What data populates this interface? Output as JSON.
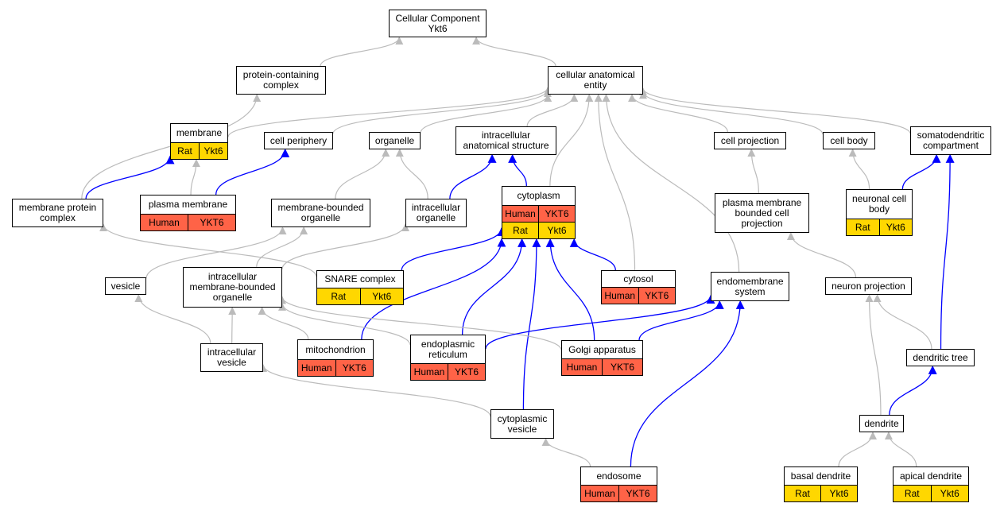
{
  "colors": {
    "human": "#ff6347",
    "rat": "#ffd700",
    "curated_edge": "#0000ff",
    "inferred_edge": "#bbbbbb"
  },
  "nodes": [
    {
      "id": "root",
      "label": "Cellular Component\nYkt6",
      "tags": []
    },
    {
      "id": "protein-containing-complex",
      "label": "protein-containing\ncomplex",
      "tags": []
    },
    {
      "id": "cellular-anatomical-entity",
      "label": "cellular anatomical\nentity",
      "tags": []
    },
    {
      "id": "membrane",
      "label": "membrane",
      "tags": [
        {
          "text": "Rat",
          "kind": "rat"
        },
        {
          "text": "Ykt6",
          "kind": "rat"
        }
      ]
    },
    {
      "id": "cell-periphery",
      "label": "cell periphery",
      "tags": []
    },
    {
      "id": "organelle",
      "label": "organelle",
      "tags": []
    },
    {
      "id": "intracellular-anatomical-structure",
      "label": "intracellular\nanatomical structure",
      "tags": []
    },
    {
      "id": "cell-projection",
      "label": "cell projection",
      "tags": []
    },
    {
      "id": "cell-body",
      "label": "cell body",
      "tags": []
    },
    {
      "id": "somatodendritic-compartment",
      "label": "somatodendritic\ncompartment",
      "tags": []
    },
    {
      "id": "membrane-protein-complex",
      "label": "membrane protein\ncomplex",
      "tags": []
    },
    {
      "id": "plasma-membrane",
      "label": "plasma membrane",
      "tags": [
        {
          "text": "Human",
          "kind": "human"
        },
        {
          "text": "YKT6",
          "kind": "human"
        }
      ]
    },
    {
      "id": "membrane-bounded-organelle",
      "label": "membrane-bounded\norganelle",
      "tags": []
    },
    {
      "id": "intracellular-organelle",
      "label": "intracellular\norganelle",
      "tags": []
    },
    {
      "id": "cytoplasm",
      "label": "cytoplasm",
      "tags": [
        {
          "text": "Human",
          "kind": "human"
        },
        {
          "text": "YKT6",
          "kind": "human"
        }
      ],
      "tags2": [
        {
          "text": "Rat",
          "kind": "rat"
        },
        {
          "text": "Ykt6",
          "kind": "rat"
        }
      ]
    },
    {
      "id": "plasma-membrane-bounded-cell-projection",
      "label": "plasma membrane\nbounded cell\nprojection",
      "tags": []
    },
    {
      "id": "neuronal-cell-body",
      "label": "neuronal cell\nbody",
      "tags": [
        {
          "text": "Rat",
          "kind": "rat"
        },
        {
          "text": "Ykt6",
          "kind": "rat"
        }
      ]
    },
    {
      "id": "vesicle",
      "label": "vesicle",
      "tags": []
    },
    {
      "id": "intracellular-membrane-bounded-organelle",
      "label": "intracellular\nmembrane-bounded\norganelle",
      "tags": []
    },
    {
      "id": "snare-complex",
      "label": "SNARE complex",
      "tags": [
        {
          "text": "Rat",
          "kind": "rat"
        },
        {
          "text": "Ykt6",
          "kind": "rat"
        }
      ]
    },
    {
      "id": "cytosol",
      "label": "cytosol",
      "tags": [
        {
          "text": "Human",
          "kind": "human"
        },
        {
          "text": "YKT6",
          "kind": "human"
        }
      ]
    },
    {
      "id": "endomembrane-system",
      "label": "endomembrane\nsystem",
      "tags": []
    },
    {
      "id": "neuron-projection",
      "label": "neuron projection",
      "tags": []
    },
    {
      "id": "intracellular-vesicle",
      "label": "intracellular\nvesicle",
      "tags": []
    },
    {
      "id": "mitochondrion",
      "label": "mitochondrion",
      "tags": [
        {
          "text": "Human",
          "kind": "human"
        },
        {
          "text": "YKT6",
          "kind": "human"
        }
      ]
    },
    {
      "id": "endoplasmic-reticulum",
      "label": "endoplasmic\nreticulum",
      "tags": [
        {
          "text": "Human",
          "kind": "human"
        },
        {
          "text": "YKT6",
          "kind": "human"
        }
      ]
    },
    {
      "id": "golgi-apparatus",
      "label": "Golgi apparatus",
      "tags": [
        {
          "text": "Human",
          "kind": "human"
        },
        {
          "text": "YKT6",
          "kind": "human"
        }
      ]
    },
    {
      "id": "dendritic-tree",
      "label": "dendritic tree",
      "tags": []
    },
    {
      "id": "cytoplasmic-vesicle",
      "label": "cytoplasmic\nvesicle",
      "tags": []
    },
    {
      "id": "dendrite",
      "label": "dendrite",
      "tags": []
    },
    {
      "id": "endosome",
      "label": "endosome",
      "tags": [
        {
          "text": "Human",
          "kind": "human"
        },
        {
          "text": "YKT6",
          "kind": "human"
        }
      ]
    },
    {
      "id": "basal-dendrite",
      "label": "basal dendrite",
      "tags": [
        {
          "text": "Rat",
          "kind": "rat"
        },
        {
          "text": "Ykt6",
          "kind": "rat"
        }
      ]
    },
    {
      "id": "apical-dendrite",
      "label": "apical dendrite",
      "tags": [
        {
          "text": "Rat",
          "kind": "rat"
        },
        {
          "text": "Ykt6",
          "kind": "rat"
        }
      ]
    }
  ],
  "edges": [
    {
      "from": "protein-containing-complex",
      "to": "root",
      "kind": "inferred"
    },
    {
      "from": "cellular-anatomical-entity",
      "to": "root",
      "kind": "inferred"
    },
    {
      "from": "membrane-protein-complex",
      "to": "protein-containing-complex",
      "kind": "inferred"
    },
    {
      "from": "membrane",
      "to": "cellular-anatomical-entity",
      "kind": "inferred"
    },
    {
      "from": "cell-periphery",
      "to": "cellular-anatomical-entity",
      "kind": "inferred"
    },
    {
      "from": "organelle",
      "to": "cellular-anatomical-entity",
      "kind": "inferred"
    },
    {
      "from": "intracellular-anatomical-structure",
      "to": "cellular-anatomical-entity",
      "kind": "inferred"
    },
    {
      "from": "cytoplasm",
      "to": "cellular-anatomical-entity",
      "kind": "inferred"
    },
    {
      "from": "cytosol",
      "to": "cellular-anatomical-entity",
      "kind": "inferred"
    },
    {
      "from": "endomembrane-system",
      "to": "cellular-anatomical-entity",
      "kind": "inferred"
    },
    {
      "from": "cell-projection",
      "to": "cellular-anatomical-entity",
      "kind": "inferred"
    },
    {
      "from": "cell-body",
      "to": "cellular-anatomical-entity",
      "kind": "inferred"
    },
    {
      "from": "somatodendritic-compartment",
      "to": "cellular-anatomical-entity",
      "kind": "inferred"
    },
    {
      "from": "membrane-protein-complex",
      "to": "membrane",
      "kind": "curated"
    },
    {
      "from": "plasma-membrane",
      "to": "membrane",
      "kind": "inferred"
    },
    {
      "from": "plasma-membrane",
      "to": "cell-periphery",
      "kind": "curated"
    },
    {
      "from": "membrane-bounded-organelle",
      "to": "organelle",
      "kind": "inferred"
    },
    {
      "from": "intracellular-organelle",
      "to": "organelle",
      "kind": "inferred"
    },
    {
      "from": "intracellular-organelle",
      "to": "intracellular-anatomical-structure",
      "kind": "curated"
    },
    {
      "from": "cytoplasm",
      "to": "intracellular-anatomical-structure",
      "kind": "curated"
    },
    {
      "from": "plasma-membrane-bounded-cell-projection",
      "to": "cell-projection",
      "kind": "inferred"
    },
    {
      "from": "neuronal-cell-body",
      "to": "cell-body",
      "kind": "inferred"
    },
    {
      "from": "neuronal-cell-body",
      "to": "somatodendritic-compartment",
      "kind": "curated"
    },
    {
      "from": "snare-complex",
      "to": "membrane-protein-complex",
      "kind": "inferred"
    },
    {
      "from": "vesicle",
      "to": "membrane-bounded-organelle",
      "kind": "inferred"
    },
    {
      "from": "intracellular-membrane-bounded-organelle",
      "to": "membrane-bounded-organelle",
      "kind": "inferred"
    },
    {
      "from": "intracellular-membrane-bounded-organelle",
      "to": "intracellular-organelle",
      "kind": "inferred"
    },
    {
      "from": "snare-complex",
      "to": "cytoplasm",
      "kind": "curated"
    },
    {
      "from": "mitochondrion",
      "to": "cytoplasm",
      "kind": "curated"
    },
    {
      "from": "endoplasmic-reticulum",
      "to": "cytoplasm",
      "kind": "curated"
    },
    {
      "from": "cytoplasmic-vesicle",
      "to": "cytoplasm",
      "kind": "curated"
    },
    {
      "from": "golgi-apparatus",
      "to": "cytoplasm",
      "kind": "curated"
    },
    {
      "from": "cytosol",
      "to": "cytoplasm",
      "kind": "curated"
    },
    {
      "from": "neuron-projection",
      "to": "plasma-membrane-bounded-cell-projection",
      "kind": "inferred"
    },
    {
      "from": "intracellular-vesicle",
      "to": "vesicle",
      "kind": "inferred"
    },
    {
      "from": "intracellular-vesicle",
      "to": "intracellular-membrane-bounded-organelle",
      "kind": "inferred"
    },
    {
      "from": "mitochondrion",
      "to": "intracellular-membrane-bounded-organelle",
      "kind": "inferred"
    },
    {
      "from": "golgi-apparatus",
      "to": "intracellular-membrane-bounded-organelle",
      "kind": "inferred"
    },
    {
      "from": "endoplasmic-reticulum",
      "to": "intracellular-membrane-bounded-organelle",
      "kind": "inferred"
    },
    {
      "from": "endoplasmic-reticulum",
      "to": "endomembrane-system",
      "kind": "curated"
    },
    {
      "from": "golgi-apparatus",
      "to": "endomembrane-system",
      "kind": "curated"
    },
    {
      "from": "endosome",
      "to": "endomembrane-system",
      "kind": "curated"
    },
    {
      "from": "cytoplasmic-vesicle",
      "to": "intracellular-vesicle",
      "kind": "inferred"
    },
    {
      "from": "endosome",
      "to": "cytoplasmic-vesicle",
      "kind": "inferred"
    },
    {
      "from": "dendritic-tree",
      "to": "neuron-projection",
      "kind": "inferred"
    },
    {
      "from": "dendritic-tree",
      "to": "somatodendritic-compartment",
      "kind": "curated"
    },
    {
      "from": "dendrite",
      "to": "neuron-projection",
      "kind": "inferred"
    },
    {
      "from": "dendrite",
      "to": "dendritic-tree",
      "kind": "curated"
    },
    {
      "from": "basal-dendrite",
      "to": "dendrite",
      "kind": "inferred"
    },
    {
      "from": "apical-dendrite",
      "to": "dendrite",
      "kind": "inferred"
    }
  ]
}
